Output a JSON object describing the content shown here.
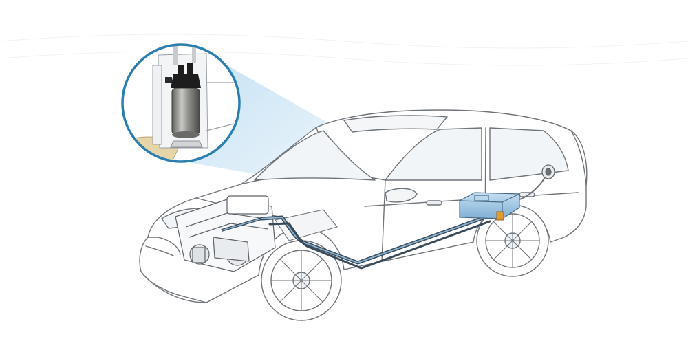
{
  "diagram": {
    "subject": "car-fuel-system-cutaway",
    "components": [
      {
        "id": "car-body",
        "icon": "sedan-outline"
      },
      {
        "id": "engine",
        "icon": "engine-block"
      },
      {
        "id": "fuel-line",
        "icon": "fuel-line"
      },
      {
        "id": "fuel-tank",
        "icon": "fuel-tank"
      },
      {
        "id": "fuel-filter",
        "icon": "fuel-filter"
      },
      {
        "id": "fuel-filler-cap",
        "icon": "filler-cap"
      },
      {
        "id": "fuel-pump-callout",
        "icon": "fuel-pump"
      }
    ],
    "colors": {
      "outline": "#6f747a",
      "car_fill": "#ffffff",
      "fuel_line": "#3a4a58",
      "fuel_line_highlight": "#8ab2cf",
      "tank_blue": "#9ec7e4",
      "beam_blue": "#cfe6f6",
      "callout_ring": "#2a7fb0",
      "pump_metal": "#8a8a88",
      "pump_top": "#1d1d1d",
      "filter_orange": "#e39a2d",
      "tan": "#e6d5a8"
    }
  }
}
